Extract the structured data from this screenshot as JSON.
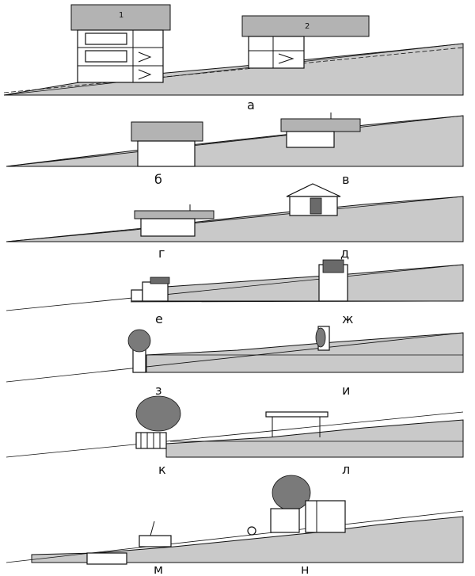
{
  "panels": [
    {
      "id": "a",
      "label": "а",
      "house_labels": [
        "1",
        "2"
      ]
    },
    {
      "id": "b",
      "label": "б"
    },
    {
      "id": "v",
      "label": "в"
    },
    {
      "id": "g",
      "label": "г"
    },
    {
      "id": "d",
      "label": "д"
    },
    {
      "id": "e",
      "label": "е"
    },
    {
      "id": "zh",
      "label": "ж"
    },
    {
      "id": "z",
      "label": "з"
    },
    {
      "id": "i",
      "label": "и"
    },
    {
      "id": "k",
      "label": "к"
    },
    {
      "id": "l",
      "label": "л"
    },
    {
      "id": "m",
      "label": "м"
    },
    {
      "id": "n",
      "label": "н"
    }
  ]
}
